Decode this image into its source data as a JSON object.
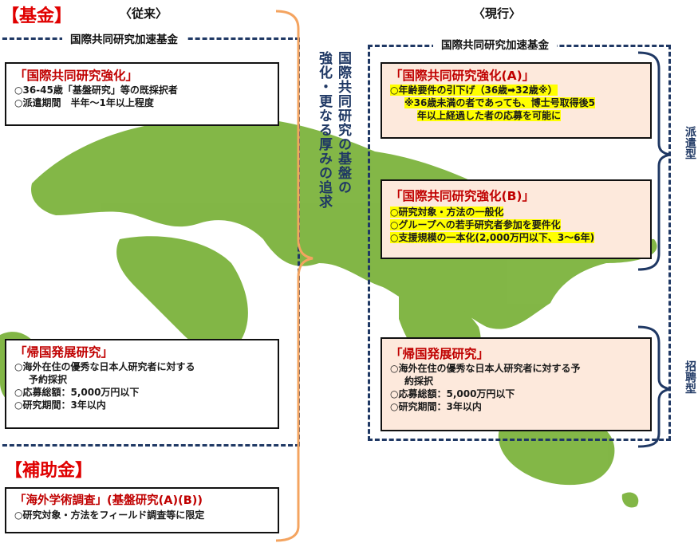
{
  "labels": {
    "kikin": "【基金】",
    "hojokin": "【補助金】",
    "conventional": "〈従来〉",
    "current": "〈現行〉",
    "fund_title_left": "国際共同研究加速基金",
    "fund_title_right": "国際共同研究加速基金"
  },
  "side_text": {
    "line1": "国際共同研究の基盤の",
    "line2": "強化・更なる厚みの追求"
  },
  "types": {
    "haken": "派遣型",
    "shohei": "招聘型"
  },
  "left_boxes": {
    "kyoka": {
      "title": "「国際共同研究強化」",
      "line1": "○36-45歳「基盤研究」等の既採択者",
      "line2": "○派遣期間　半年～1年以上程度"
    },
    "kikoku": {
      "title": "「帰国発展研究」",
      "line1": "○海外在住の優秀な日本人研究者に対する",
      "line2": "予約採択",
      "line3": "○応募総額：5,000万円以下",
      "line4": "○研究期間：3年以内"
    },
    "kaigai": {
      "title": "「海外学術調査」(基盤研究(A)(B))",
      "line1": "○研究対象・方法をフィールド調査等に限定"
    }
  },
  "right_boxes": {
    "kyoka_a": {
      "title": "「国際共同研究強化(A)」",
      "line1": "○年齢要件の引下げ（36歳➡32歳※）",
      "line2": "※36歳未満の者であっても、博士号取得後5",
      "line3": "年以上経過した者の応募を可能に"
    },
    "kyoka_b": {
      "title": "「国際共同研究強化(B)」",
      "line1": "○研究対象・方法の一般化",
      "line2": "○グループへの若手研究者参加を要件化",
      "line3": "○支援規模の一本化(2,000万円以下、3～6年)"
    },
    "kikoku": {
      "title": "「帰国発展研究」",
      "line1": "○海外在住の優秀な日本人研究者に対する予",
      "line2": "約採択",
      "line3": "○応募総額：5,000万円以下",
      "line4": "○研究期間：3年以内"
    }
  },
  "colors": {
    "accent_red": "#e00000",
    "frame_navy": "#1f3864",
    "brace_orange": "#f4a460",
    "map_green": "#7cb33d",
    "highlight_yellow": "#ffff00",
    "peach_fill": "#fde9dc"
  }
}
